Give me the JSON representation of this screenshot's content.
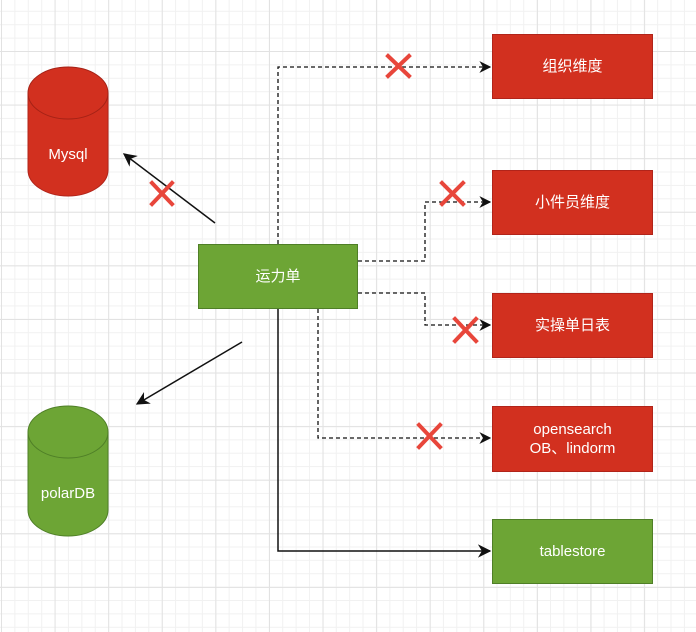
{
  "colors": {
    "deprecated": "#d2301f",
    "active": "#6da535",
    "cross": "#e8463b",
    "line": "#111111"
  },
  "center": {
    "label": "运力单",
    "status": "active"
  },
  "databases": [
    {
      "label": "Mysql",
      "status": "deprecated",
      "link": "crossed-out"
    },
    {
      "label": "polarDB",
      "status": "active",
      "link": "active"
    }
  ],
  "targets": [
    {
      "label": "组织维度",
      "status": "deprecated",
      "link": "dashed-crossed"
    },
    {
      "label": "小件员维度",
      "status": "deprecated",
      "link": "dashed-crossed"
    },
    {
      "label": "实操单日表",
      "status": "deprecated",
      "link": "dashed-crossed"
    },
    {
      "label_line1": "opensearch",
      "label_line2": "OB、lindorm",
      "status": "deprecated",
      "link": "dashed-crossed"
    },
    {
      "label": "tablestore",
      "status": "active",
      "link": "solid"
    }
  ],
  "icons": {
    "cross": "x-mark-icon",
    "database": "cylinder-icon",
    "arrow": "arrowhead-icon"
  }
}
